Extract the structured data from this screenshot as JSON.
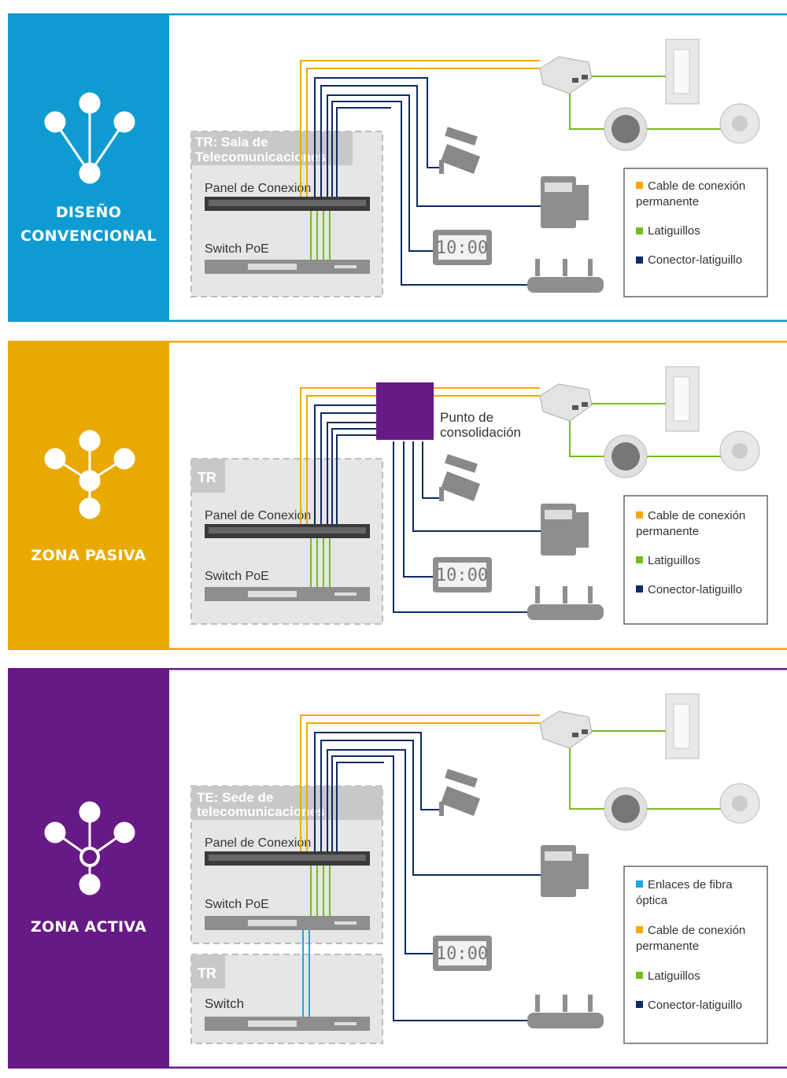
{
  "colors": {
    "blue": "#0e9bd1",
    "yellow": "#e9a900",
    "purple": "#671985",
    "cable_permanent": "#f2a900",
    "patch_cord": "#77bb21",
    "connector_cord": "#0f2a66",
    "fiber": "#1aa8e0",
    "grey_box": "#e5e5e5",
    "device_grey": "#8a8a8a"
  },
  "panels": [
    {
      "id": "conventional",
      "title_line1": "DISEÑO",
      "title_line2": "CONVENCIONAL",
      "room_label_line1": "TR: Sala de",
      "room_label_line2": "Telecomunicaciones",
      "patch_panel_label": "Panel de Conexión",
      "switch_label": "Switch PoE",
      "clock_text": "10:00",
      "legend": [
        {
          "color": "cable_permanent",
          "text": "Cable de conexión permanente"
        },
        {
          "color": "patch_cord",
          "text": "Latiguillos"
        },
        {
          "color": "connector_cord",
          "text": "Conector-latiguillo"
        }
      ]
    },
    {
      "id": "passive",
      "title_line1": "ZONA PASIVA",
      "room_label_line1": "TR",
      "consolidation_label_line1": "Punto de",
      "consolidation_label_line2": "consolidación",
      "patch_panel_label": "Panel de Conexión",
      "switch_label": "Switch PoE",
      "clock_text": "10:00",
      "legend": [
        {
          "color": "cable_permanent",
          "text": "Cable de conexión permanente"
        },
        {
          "color": "patch_cord",
          "text": "Latiguillos"
        },
        {
          "color": "connector_cord",
          "text": "Conector-latiguillo"
        }
      ]
    },
    {
      "id": "active",
      "title_line1": "ZONA ACTIVA",
      "room_label_line1": "TE: Sede de",
      "room_label_line2": "telecomunicaciones",
      "patch_panel_label": "Panel de Conexión",
      "switch_label": "Switch PoE",
      "tr_label": "TR",
      "tr_switch_label": "Switch",
      "clock_text": "10:00",
      "legend": [
        {
          "color": "fiber",
          "text": "Enlaces de fibra óptica"
        },
        {
          "color": "cable_permanent",
          "text": "Cable de conexión permanente"
        },
        {
          "color": "patch_cord",
          "text": "Latiguillos"
        },
        {
          "color": "connector_cord",
          "text": "Conector-latiguillo"
        }
      ]
    }
  ]
}
